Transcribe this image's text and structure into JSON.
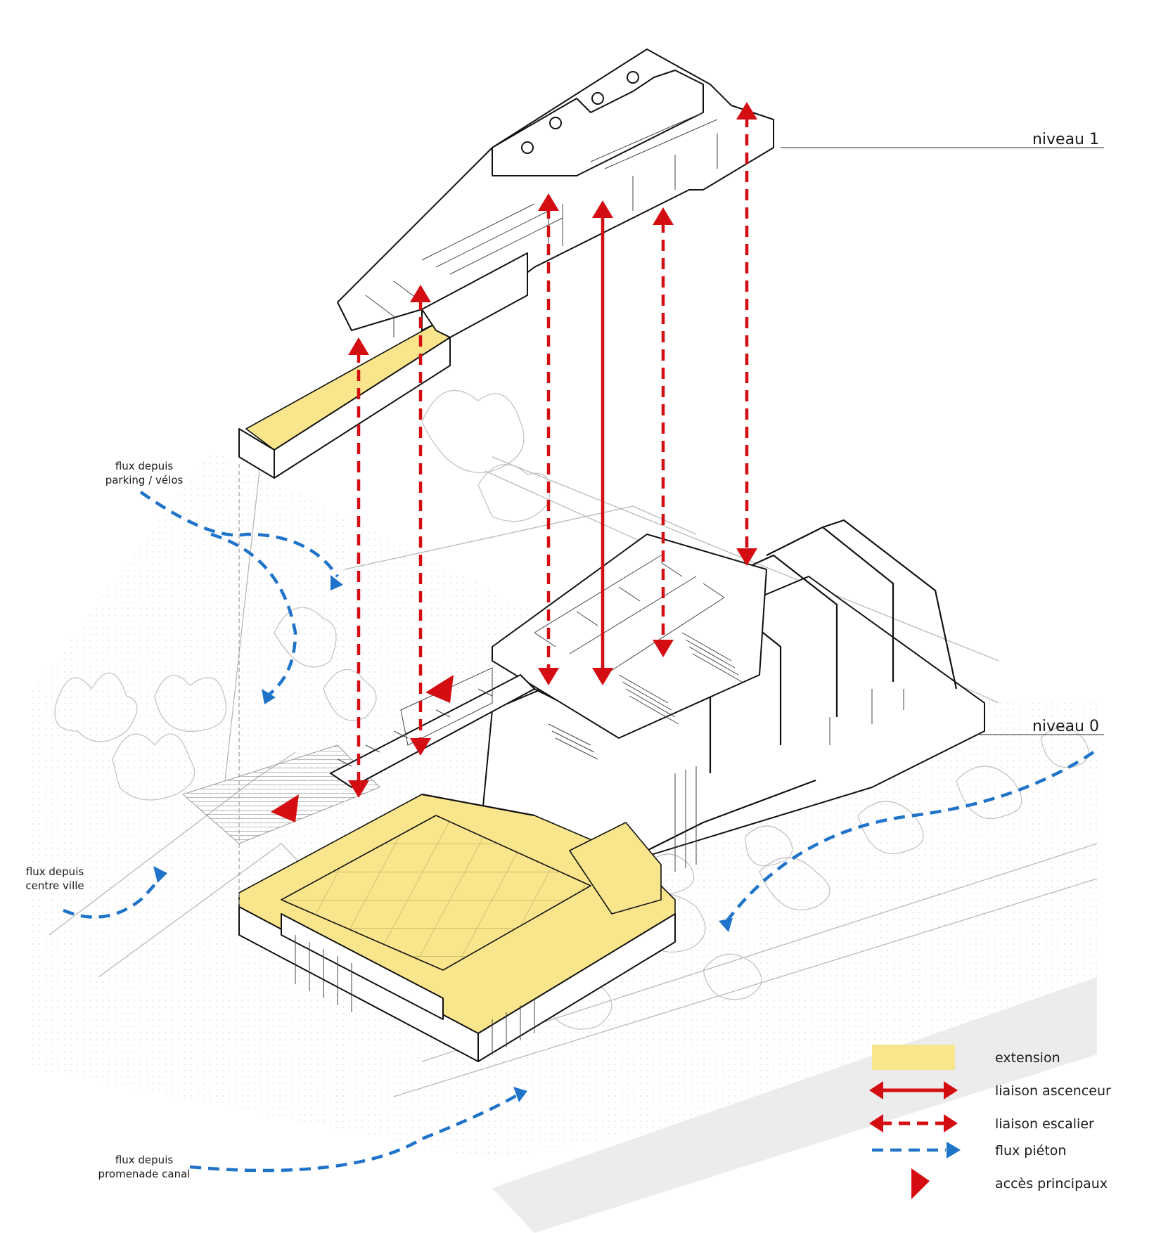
{
  "levels": {
    "level1": "niveau 1",
    "level0": "niveau 0"
  },
  "flows": {
    "parking": [
      "flux depuis",
      "parking / vélos"
    ],
    "center": [
      "flux depuis",
      "centre ville"
    ],
    "canal": [
      "flux depuis",
      "promenade canal"
    ]
  },
  "legend": {
    "extension": "extension",
    "elevator": "liaison ascenceur",
    "stair": "liaison escalier",
    "pedestrian": "flux piéton",
    "access": "accès principaux"
  },
  "colors": {
    "extension": "#f9e58c",
    "link_red": "#d40d12",
    "pedestrian_blue": "#1f74c9",
    "outline": "#111111"
  }
}
